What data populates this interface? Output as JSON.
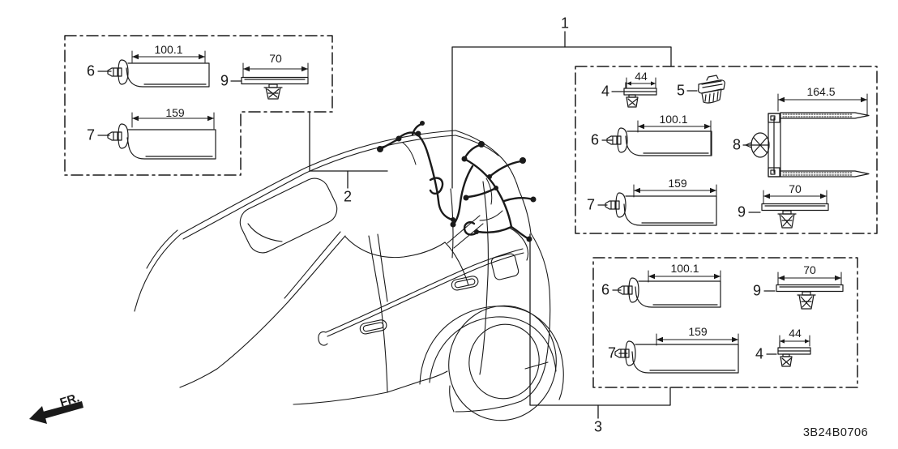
{
  "diagram": {
    "code": "3B24B0706",
    "direction_label": "FR.",
    "line_color": "#1a1a1a",
    "background_color": "#ffffff",
    "callouts": [
      {
        "id": "wire-harness",
        "ref": "1"
      },
      {
        "id": "roof-wire-harness",
        "ref": "2"
      },
      {
        "id": "tailgate-wire-harness",
        "ref": "3"
      }
    ],
    "boxes": {
      "top_left": {
        "items": [
          {
            "ref": "6",
            "dim": "100.1"
          },
          {
            "ref": "9",
            "dim": "70"
          },
          {
            "ref": "7",
            "dim": "159"
          }
        ]
      },
      "right": {
        "items": [
          {
            "ref": "4",
            "dim": "44"
          },
          {
            "ref": "5",
            "dim": ""
          },
          {
            "ref": "6",
            "dim": "100.1"
          },
          {
            "ref": "8",
            "dim": "164.5"
          },
          {
            "ref": "7",
            "dim": "159"
          },
          {
            "ref": "9",
            "dim": "70"
          }
        ]
      },
      "bottom_right": {
        "items": [
          {
            "ref": "6",
            "dim": "100.1"
          },
          {
            "ref": "9",
            "dim": "70"
          },
          {
            "ref": "7",
            "dim": "159"
          },
          {
            "ref": "4",
            "dim": "44"
          }
        ]
      }
    }
  }
}
